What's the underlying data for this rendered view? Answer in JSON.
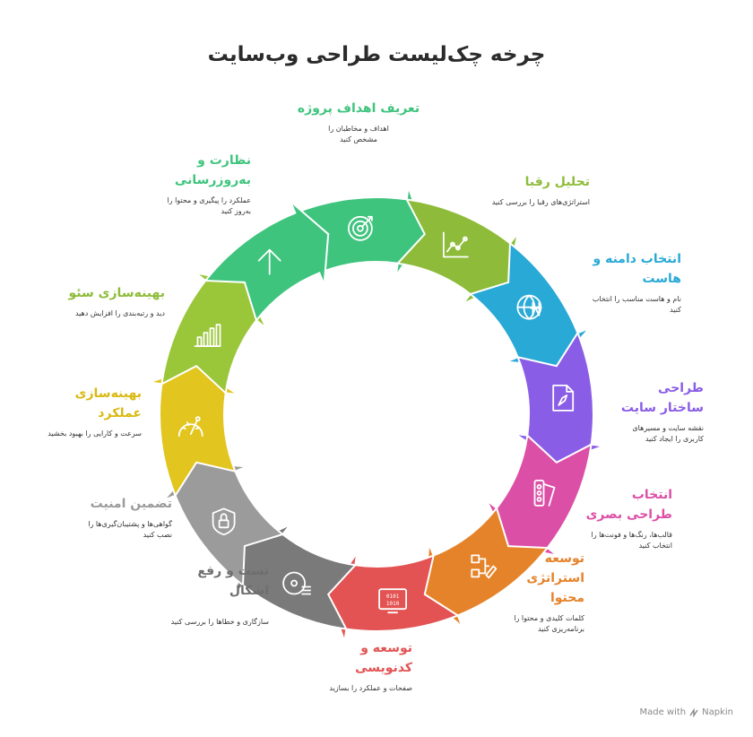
{
  "title": "چرخه چک‌لیست طراحی وب‌سایت",
  "steps": [
    {
      "title": "تعریف اهداف پروژه",
      "desc": "اهداف و مخاطبان را مشخص کنید",
      "color": "#3fc47e",
      "icon": "target-icon"
    },
    {
      "title": "تحلیل رقبا",
      "desc": "استراتژی‌های رقبا را بررسی کنید",
      "color": "#8ebc3a",
      "icon": "line-chart-icon"
    },
    {
      "title": "انتخاب دامنه و هاست",
      "desc": "نام و هاست مناسب را انتخاب کنید",
      "color": "#29a9d6",
      "icon": "globe-currency-icon"
    },
    {
      "title": "طراحی ساختار سایت",
      "desc": "نقشه سایت و مسیرهای کاربری را ایجاد کنید",
      "color": "#8a5de6",
      "icon": "document-pen-icon"
    },
    {
      "title": "انتخاب طراحی بصری",
      "desc": "قالب‌ها، رنگ‌ها و فونت‌ها را انتخاب کنید",
      "color": "#dc4fa6",
      "icon": "color-swatch-icon"
    },
    {
      "title": "توسعه استراتژی محتوا",
      "desc": "کلمات کلیدی و محتوا را برنامه‌ریزی کنید",
      "color": "#e5832a",
      "icon": "flowchart-pencil-icon"
    },
    {
      "title": "توسعه و کدنویسی",
      "desc": "صفحات و عملکرد را بسازید",
      "color": "#e35353",
      "icon": "binary-code-icon"
    },
    {
      "title": "تست و رفع اشکال",
      "desc": "سازگاری و خطاها را بررسی کنید",
      "color": "#7a7a7a",
      "icon": "disc-checklist-icon"
    },
    {
      "title": "تضمین امنیت",
      "desc": "گواهی‌ها و پشتیبان‌گیری‌ها را نصب کنید",
      "color": "#9b9b9b",
      "icon": "shield-lock-icon"
    },
    {
      "title": "بهینه‌سازی عملکرد",
      "desc": "سرعت و کارایی را بهبود بخشید",
      "color": "#e2c51f",
      "icon": "gauge-icon"
    },
    {
      "title": "بهینه‌سازی سئو",
      "desc": "دید و رتبه‌بندی را افزایش دهید",
      "color": "#9ac63a",
      "icon": "bar-chart-icon"
    },
    {
      "title": "نظارت و به‌روزرسانی",
      "desc": "عملکرد را پیگیری و محتوا را به‌روز کنید",
      "color": "#3fc47e",
      "icon": "arrow-up-icon"
    }
  ],
  "watermark": {
    "prefix": "Made with",
    "brand": "Napkin"
  }
}
